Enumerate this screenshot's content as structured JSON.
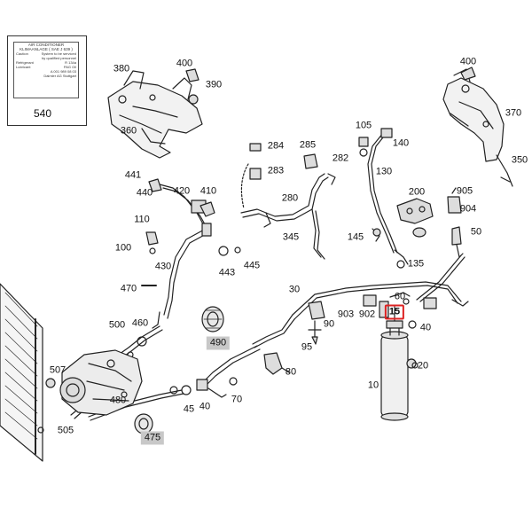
{
  "placard": {
    "title": "AIR CONDITIONER",
    "subtitle": "KLIMAANLAGE ( SAE J 639 )",
    "number_label": "540",
    "rows": [
      [
        "Caution",
        "System to be serviced"
      ],
      [
        "",
        "by qualified personnel"
      ],
      [
        "Refrigerant",
        "R 134a"
      ],
      [
        "Lubricant",
        "PAG Oil"
      ],
      [
        "",
        "A 001 989 08 03"
      ],
      [
        "",
        "Daimler AG Stuttgart"
      ]
    ]
  },
  "part_labels": [
    {
      "id": "380",
      "text": "380"
    },
    {
      "id": "400a",
      "text": "400"
    },
    {
      "id": "390",
      "text": "390"
    },
    {
      "id": "360",
      "text": "360"
    },
    {
      "id": "400b",
      "text": "400"
    },
    {
      "id": "370",
      "text": "370"
    },
    {
      "id": "350",
      "text": "350"
    },
    {
      "id": "105",
      "text": "105"
    },
    {
      "id": "140",
      "text": "140"
    },
    {
      "id": "130",
      "text": "130"
    },
    {
      "id": "284",
      "text": "284"
    },
    {
      "id": "283",
      "text": "283"
    },
    {
      "id": "285",
      "text": "285"
    },
    {
      "id": "282",
      "text": "282"
    },
    {
      "id": "280",
      "text": "280"
    },
    {
      "id": "345",
      "text": "345"
    },
    {
      "id": "441",
      "text": "441"
    },
    {
      "id": "440",
      "text": "440"
    },
    {
      "id": "420",
      "text": "420"
    },
    {
      "id": "410",
      "text": "410"
    },
    {
      "id": "110",
      "text": "110"
    },
    {
      "id": "100",
      "text": "100"
    },
    {
      "id": "430",
      "text": "430"
    },
    {
      "id": "443",
      "text": "443"
    },
    {
      "id": "445",
      "text": "445"
    },
    {
      "id": "470",
      "text": "470"
    },
    {
      "id": "500",
      "text": "500"
    },
    {
      "id": "460",
      "text": "460"
    },
    {
      "id": "200",
      "text": "200"
    },
    {
      "id": "905",
      "text": "905"
    },
    {
      "id": "904",
      "text": "904"
    },
    {
      "id": "145",
      "text": "145"
    },
    {
      "id": "135",
      "text": "135"
    },
    {
      "id": "50",
      "text": "50"
    },
    {
      "id": "30",
      "text": "30"
    },
    {
      "id": "60",
      "text": "60"
    },
    {
      "id": "903",
      "text": "903"
    },
    {
      "id": "902",
      "text": "902"
    },
    {
      "id": "15",
      "text": "15",
      "style": "red"
    },
    {
      "id": "40a",
      "text": "40"
    },
    {
      "id": "90",
      "text": "90"
    },
    {
      "id": "95",
      "text": "95"
    },
    {
      "id": "80",
      "text": "80"
    },
    {
      "id": "490",
      "text": "490",
      "style": "gray"
    },
    {
      "id": "507",
      "text": "507"
    },
    {
      "id": "480",
      "text": "480"
    },
    {
      "id": "505",
      "text": "505"
    },
    {
      "id": "45",
      "text": "45"
    },
    {
      "id": "40b",
      "text": "40"
    },
    {
      "id": "70",
      "text": "70"
    },
    {
      "id": "475",
      "text": "475",
      "style": "gray"
    },
    {
      "id": "10",
      "text": "10"
    },
    {
      "id": "20",
      "text": "20"
    }
  ],
  "colors": {
    "line": "#222222",
    "highlight": "#d22222",
    "label_box": "#c8c8c8"
  }
}
